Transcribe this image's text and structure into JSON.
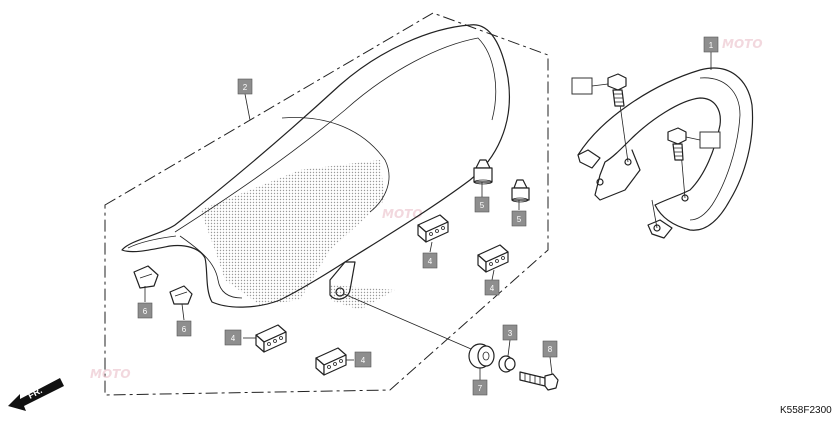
{
  "diagram_code": "K558F2300",
  "front_indicator": "FR.",
  "watermark_text": "MOTO",
  "callouts": [
    {
      "id": "c1",
      "label": "1"
    },
    {
      "id": "c2",
      "label": "2"
    },
    {
      "id": "c3",
      "label": "3"
    },
    {
      "id": "c4a",
      "label": "4"
    },
    {
      "id": "c4b",
      "label": "4"
    },
    {
      "id": "c4c",
      "label": "4"
    },
    {
      "id": "c4d",
      "label": "4"
    },
    {
      "id": "c5a",
      "label": "5"
    },
    {
      "id": "c5b",
      "label": "5"
    },
    {
      "id": "c6a",
      "label": "6"
    },
    {
      "id": "c6b",
      "label": "6"
    },
    {
      "id": "c7",
      "label": "7"
    },
    {
      "id": "c8",
      "label": "8"
    }
  ],
  "colors": {
    "callout_fill": "#8e8e8e",
    "line": "#222222",
    "watermark": "#e9b9c4"
  }
}
